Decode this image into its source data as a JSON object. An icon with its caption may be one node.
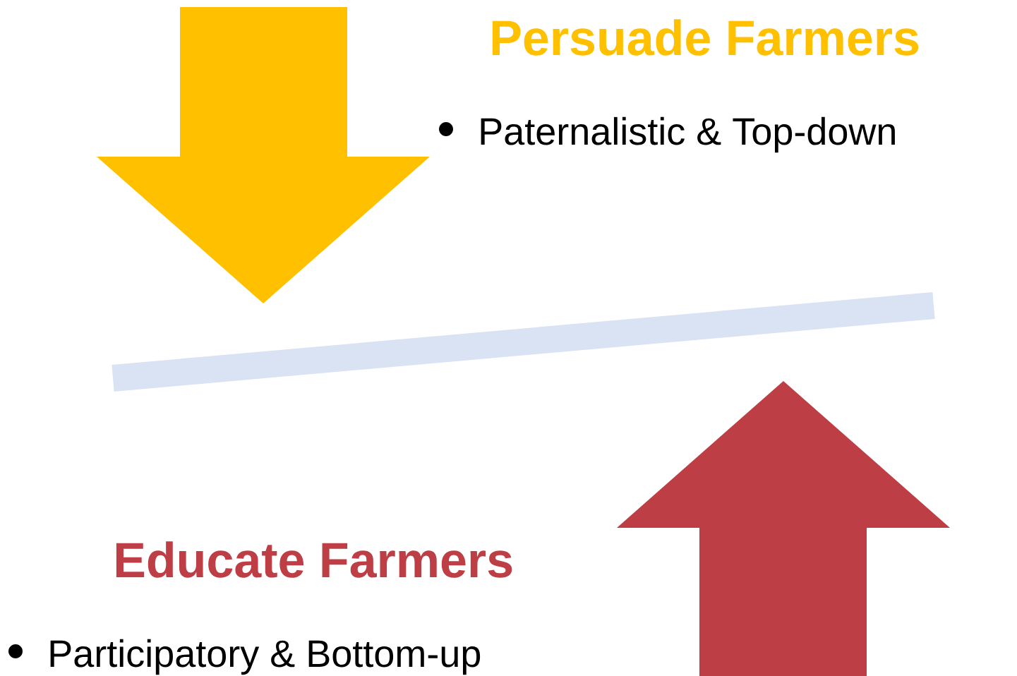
{
  "diagram": {
    "labels": [
      "Persuade Farmers",
      "Paternalistic & Top-down",
      "Educate Farmers",
      "Participatory & Bottom-up"
    ]
  }
}
